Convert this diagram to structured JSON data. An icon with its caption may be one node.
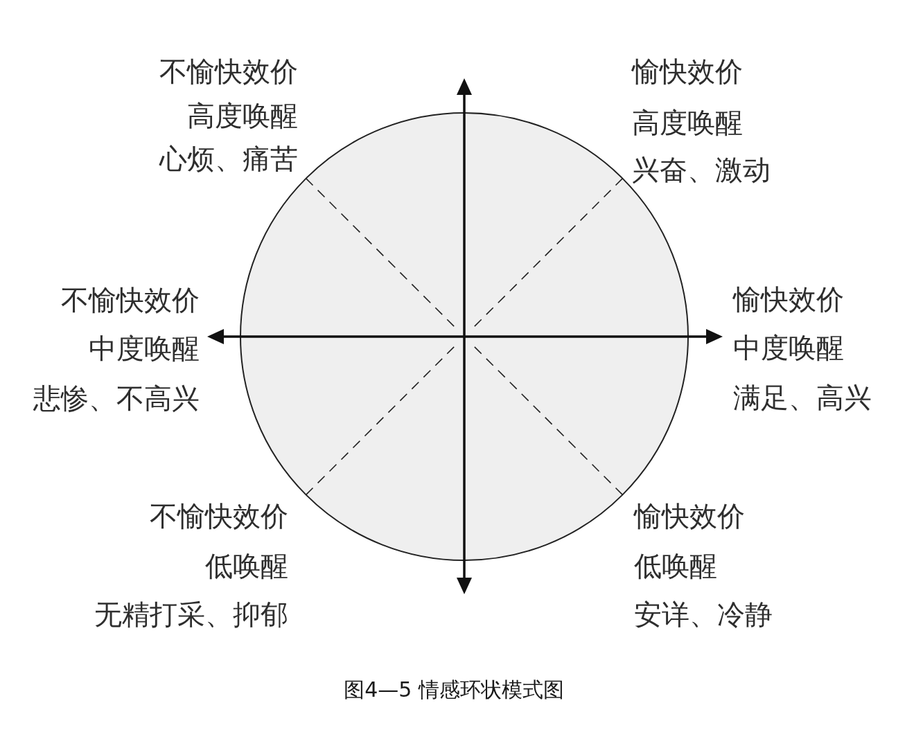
{
  "diagram": {
    "caption": "图4—5 情感环状模式图",
    "labels": [
      "不愉快效价",
      "高度唤醒",
      "心烦、痛苦",
      "愉快效价",
      "高度唤醒",
      "兴奋、激动",
      "不愉快效价",
      "中度唤醒",
      "悲惨、不高兴",
      "愉快效价",
      "中度唤醒",
      "满足、高兴",
      "不愉快效价",
      "低唤醒",
      "无精打采、抑郁",
      "愉快效价",
      "低唤醒",
      "安详、冷静"
    ]
  }
}
